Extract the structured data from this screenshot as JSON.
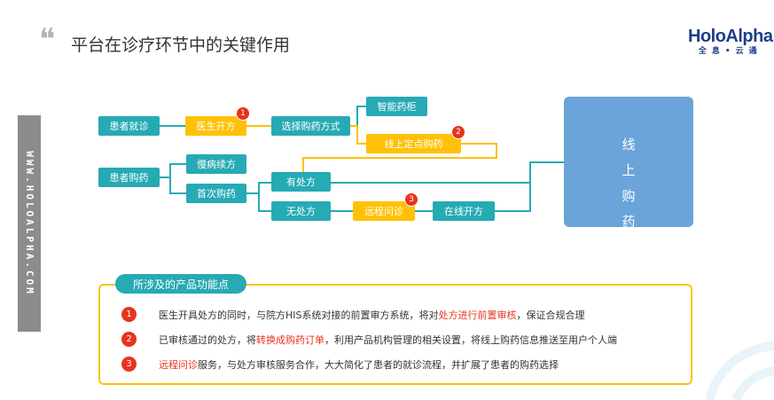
{
  "header": {
    "title": "平台在诊疗环节中的关键作用"
  },
  "logo": {
    "main": "HoloAlpha",
    "sub": "全息•云通"
  },
  "side": {
    "text": "WWW.HOLOALPHA.COM"
  },
  "flow": {
    "patient_visit": "患者就诊",
    "doctor_prescribe": "医生开方",
    "choose_method": "选择购药方式",
    "smart_cabinet": "智能药柜",
    "online_pharmacy": "线上定点购药",
    "patient_buy": "患者购药",
    "chronic": "慢病续方",
    "first_buy": "首次购药",
    "with_rx": "有处方",
    "no_rx": "无处方",
    "remote_consult": "远程问诊",
    "online_rx": "在线开方",
    "big_box": [
      "线",
      "上",
      "购",
      "药"
    ]
  },
  "badges": [
    "1",
    "2",
    "3"
  ],
  "panel": {
    "title": "所涉及的产品功能点",
    "items": [
      {
        "num": "1",
        "pre": "医生开具处方的同时，与院方HIS系统对接的前置审方系统，将对",
        "hl": "处方进行前置审核",
        "post": "，保证合规合理"
      },
      {
        "num": "2",
        "pre": "已审核通过的处方，将",
        "hl": "转换成购药订单",
        "post": "，利用产品机构管理的相关设置，将线上购药信息推送至用户个人端"
      },
      {
        "num": "3",
        "pre": "",
        "hl": "远程问诊",
        "post": "服务，与处方审核服务合作，大大简化了患者的就诊流程，并扩展了患者的购药选择"
      }
    ]
  },
  "colors": {
    "teal": "#26aab4",
    "yellow": "#ffc107",
    "blue": "#6ba4d8",
    "red": "#e8341c",
    "logo": "#1d3e8c"
  }
}
